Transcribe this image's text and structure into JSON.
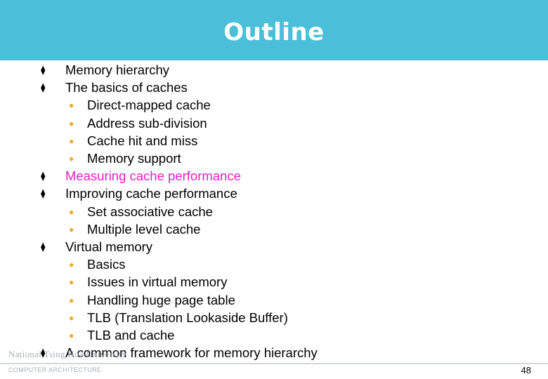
{
  "slide": {
    "title": "Outline",
    "items": [
      {
        "level": 1,
        "text": "Memory hierarchy"
      },
      {
        "level": 1,
        "text": "The basics of caches"
      },
      {
        "level": 2,
        "text": "Direct-mapped cache"
      },
      {
        "level": 2,
        "text": "Address sub-division"
      },
      {
        "level": 2,
        "text": "Cache hit and miss"
      },
      {
        "level": 2,
        "text": "Memory support"
      },
      {
        "level": 1,
        "text": "Measuring cache performance",
        "highlight": true
      },
      {
        "level": 1,
        "text": "Improving cache performance"
      },
      {
        "level": 2,
        "text": "Set associative cache"
      },
      {
        "level": 2,
        "text": "Multiple level cache"
      },
      {
        "level": 1,
        "text": "Virtual memory"
      },
      {
        "level": 2,
        "text": "Basics"
      },
      {
        "level": 2,
        "text": "Issues in virtual memory"
      },
      {
        "level": 2,
        "text": "Handling huge page table"
      },
      {
        "level": 2,
        "text": "TLB (Translation Lookaside Buffer)"
      },
      {
        "level": 2,
        "text": "TLB and cache"
      },
      {
        "level": 1,
        "text": "A common framework for memory hierarchy"
      }
    ],
    "bullet_glyph_level1": "⧫",
    "bullet_glyph_level2": "●",
    "highlight_color": "#e020c8",
    "level2_bullet_color": "#f5a81e",
    "header_color": "#4bbfd9"
  },
  "footer": {
    "logo_text": "National Tsing Hua University",
    "department_text": "COMPUTER   ARCHITECTURE",
    "page_number": "48"
  }
}
